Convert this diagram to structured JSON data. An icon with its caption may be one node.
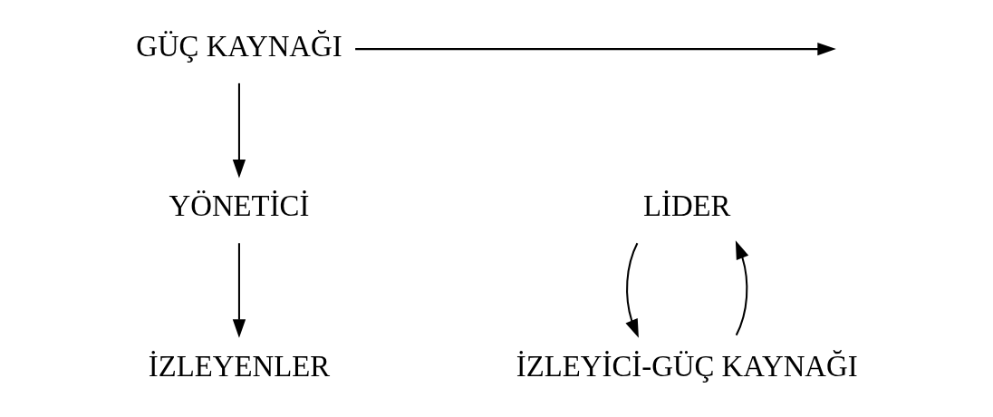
{
  "diagram": {
    "nodes": [
      {
        "text": [
          "GÜÇ KAYNAĞI"
        ]
      },
      {
        "text": [
          "YÖNETİCİ"
        ]
      },
      {
        "text": [
          "LİDER"
        ]
      },
      {
        "text": [
          "İZLEYENLER"
        ]
      },
      {
        "text": [
          "İZLEYİCİ-GÜÇ KAYNAĞI"
        ]
      }
    ],
    "edges": [
      {
        "from": 0,
        "to": null,
        "arrow": "to"
      },
      {
        "from": 0,
        "to": 1,
        "arrow": "to"
      },
      {
        "from": 1,
        "to": 3,
        "arrow": "to"
      },
      {
        "from": 2,
        "to": 4,
        "arrow": "to"
      },
      {
        "from": 4,
        "to": 2,
        "arrow": "to"
      }
    ]
  }
}
